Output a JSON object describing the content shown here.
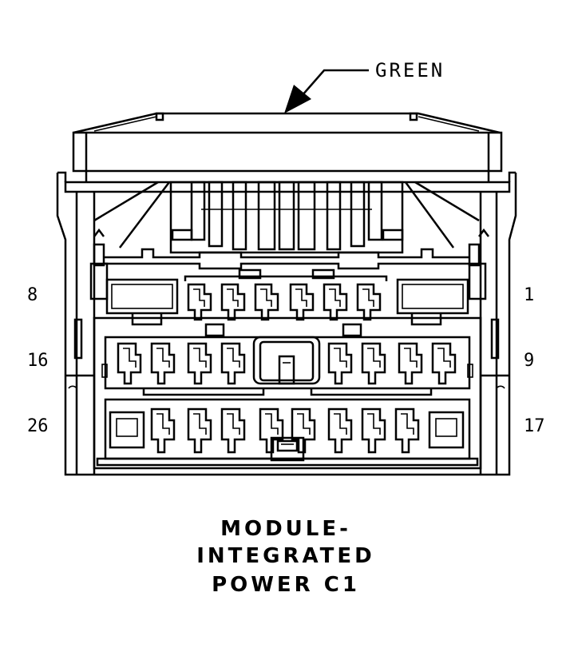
{
  "connector": {
    "color_label": "GREEN",
    "title_lines": [
      "MODULE-",
      "INTEGRATED",
      "POWER C1"
    ],
    "row_labels": {
      "row1_left": "8",
      "row1_right": "1",
      "row2_left": "16",
      "row2_right": "9",
      "row3_left": "26",
      "row3_right": "17"
    },
    "ink_color": "#000000",
    "background_color": "#ffffff"
  }
}
